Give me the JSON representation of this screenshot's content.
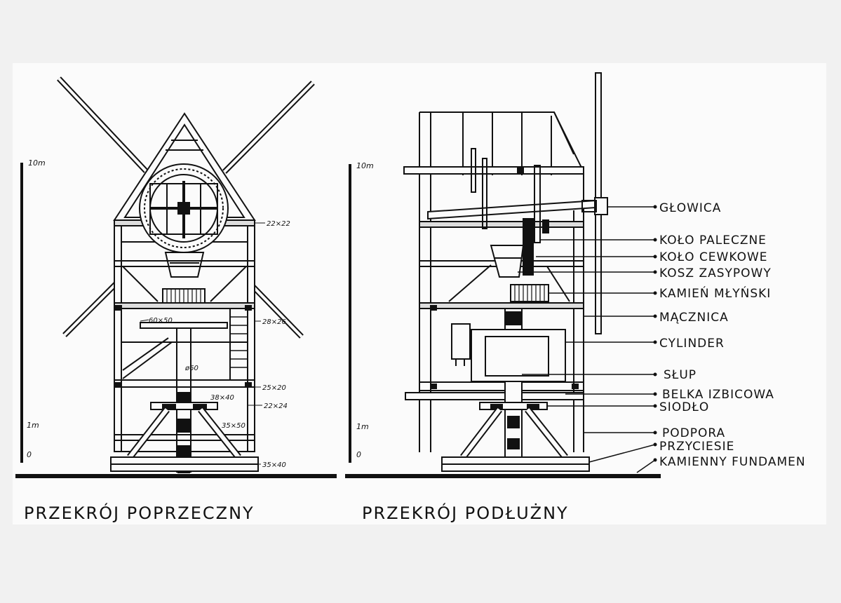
{
  "titles": {
    "cross": "PRZEKRÓJ POPRZECZNY",
    "long": "PRZEKRÓJ PODŁUŻNY"
  },
  "scale": {
    "top": "10m",
    "mid": "1m",
    "zero": "0"
  },
  "dimensions": {
    "d1": "22×22",
    "d2": "28×26",
    "d3": "60×50",
    "d4": "ø60",
    "d5": "25×20",
    "d6": "38×40",
    "d7": "22×24",
    "d8": "35×50",
    "d9": "35×40"
  },
  "labels": [
    "GŁOWICA",
    "KOŁO PALECZNE",
    "KOŁO CEWKOWE",
    "KOSZ ZASYPOWY",
    "KAMIEŃ MŁYŃSKI",
    "MĄCZNICA",
    "CYLINDER",
    "SŁUP",
    "BELKA IZBICOWA",
    "SIODŁO",
    "PODPORA",
    "PRZYCIESIE",
    "KAMIENNY FUNDAMEN"
  ]
}
